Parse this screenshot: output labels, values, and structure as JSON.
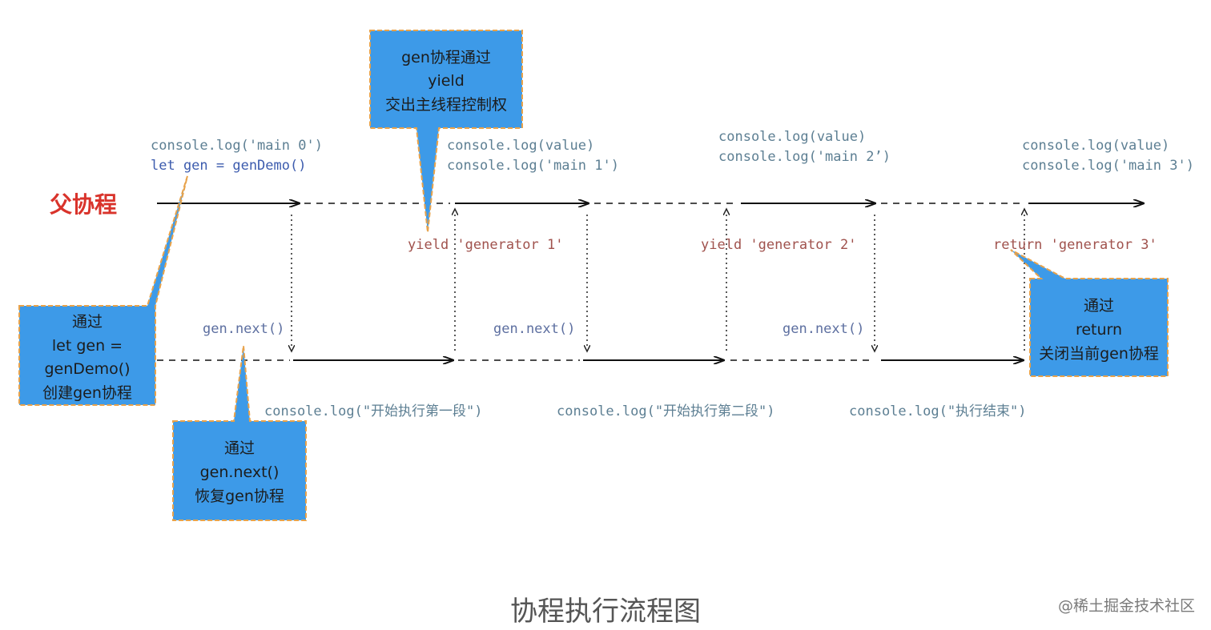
{
  "labels": {
    "parent": "父协程"
  },
  "code": {
    "main0_line1": "console.log('main 0')",
    "main0_line2": "let gen = genDemo()",
    "main1_line1": "console.log(value)",
    "main1_line2": "console.log('main 1')",
    "main2_line1": "console.log(value)",
    "main2_line2": "console.log('main 2’)",
    "main3_line1": "console.log(value)",
    "main3_line2": "console.log('main 3')",
    "yield1": "yield 'generator 1'",
    "yield2": "yield 'generator 2'",
    "return3": "return 'generator 3'",
    "next1": "gen.next()",
    "next2": "gen.next()",
    "next3": "gen.next()",
    "log1": "console.log(\"开始执行第一段\")",
    "log2": "console.log(\"开始执行第二段\")",
    "log3": "console.log(\"执行结束\")"
  },
  "callouts": {
    "yield": [
      "gen协程通过",
      "yield",
      "交出主线程控制权"
    ],
    "create": [
      "通过",
      "let gen =",
      "genDemo()",
      "创建gen协程"
    ],
    "resume": [
      "通过",
      "gen.next()",
      "恢复gen协程"
    ],
    "return": [
      "通过",
      "return",
      "关闭当前gen协程"
    ]
  },
  "caption": "协程执行流程图",
  "watermark": "@稀土掘金技术社区",
  "colors": {
    "callout_fill": "#3d9ae8",
    "callout_border": "#e8a24a",
    "parent_label": "#d9332b",
    "string": "#a0524d",
    "keyword": "#8a3fb0",
    "identifier": "#5d7f93"
  }
}
